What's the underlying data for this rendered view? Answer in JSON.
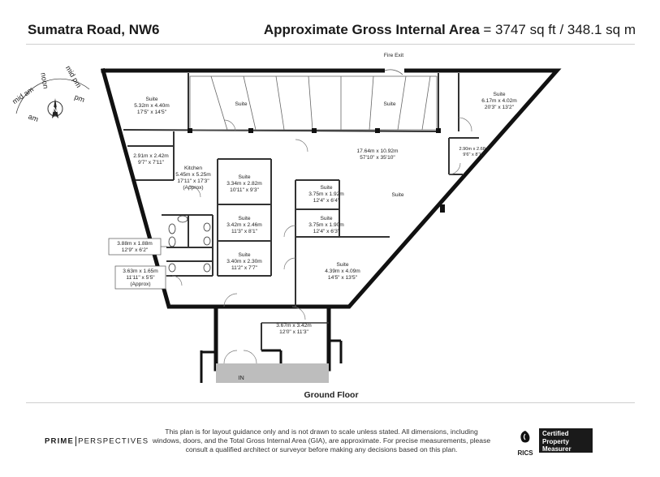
{
  "header": {
    "address": "Sumatra Road, NW6",
    "area_label": "Approximate Gross Internal Area",
    "area_value": "= 3747 sq ft / 348.1 sq m"
  },
  "compass": {
    "labels": [
      "mid am",
      "am",
      "noon",
      "mid pm",
      "pm"
    ],
    "north": "N"
  },
  "plan": {
    "floor": "Ground Floor",
    "entrance": "IN",
    "fire_exit": "Fire Exit",
    "rooms": [
      {
        "name": "Suite",
        "size": "5.32m x 4.40m",
        "imperial": "17'5\" x 14'5\""
      },
      {
        "name": "Suite",
        "size": "",
        "imperial": ""
      },
      {
        "name": "Suite",
        "size": "",
        "imperial": ""
      },
      {
        "name": "Suite",
        "size": "6.17m x 4.02m",
        "imperial": "20'3\" x 13'2\""
      },
      {
        "name": "",
        "size": "2.91m x 2.42m",
        "imperial": "9'7\" x 7'11\""
      },
      {
        "name": "Kitchen",
        "size": "5.45m x 5.25m",
        "imperial": "17'11\" x 17'3\"",
        "note": "(Approx)"
      },
      {
        "name": "Suite",
        "size": "3.34m x 2.82m",
        "imperial": "10'11\" x 9'3\""
      },
      {
        "name": "",
        "size": "17.64m x 10.92m",
        "imperial": "57'10\" x 35'10\""
      },
      {
        "name": "",
        "size": "2.90m x 2.68m",
        "imperial": "9'6\" x 8'10\""
      },
      {
        "name": "Suite",
        "size": "3.75m x 1.92m",
        "imperial": "12'4\" x 6'4\""
      },
      {
        "name": "Suite",
        "size": "",
        "imperial": ""
      },
      {
        "name": "Suite",
        "size": "3.42m x 2.46m",
        "imperial": "11'3\" x 8'1\""
      },
      {
        "name": "Suite",
        "size": "3.75m x 1.90m",
        "imperial": "12'4\" x 6'3\""
      },
      {
        "name": "",
        "size": "3.88m x 1.88m",
        "imperial": "12'9\" x 6'2\""
      },
      {
        "name": "Suite",
        "size": "3.40m x 2.30m",
        "imperial": "11'2\" x 7'7\""
      },
      {
        "name": "Suite",
        "size": "4.39m x 4.09m",
        "imperial": "14'5\" x 13'5\""
      },
      {
        "name": "",
        "size": "3.63m x 1.65m",
        "imperial": "11'11\" x 5'5\"",
        "note": "(Approx)"
      },
      {
        "name": "",
        "size": "3.67m x 3.42m",
        "imperial": "12'0\" x 11'3\""
      }
    ]
  },
  "footer": {
    "brand_left": "PRIME",
    "brand_right": "PERSPECTIVES",
    "disclaimer": "This plan is for layout guidance only and is not drawn to scale unless stated. All dimensions, including windows, doors, and the Total Gross Internal Area (GIA), are approximate. For precise measurements, please consult a qualified architect or surveyor before making any decisions based on this plan.",
    "rics": "RICS",
    "cert_line1": "Certified",
    "cert_line2": "Property",
    "cert_line3": "Measurer"
  },
  "colors": {
    "wall": "#111111",
    "entrance_fill": "#bdbdbd",
    "rule": "#cfcfcf"
  }
}
